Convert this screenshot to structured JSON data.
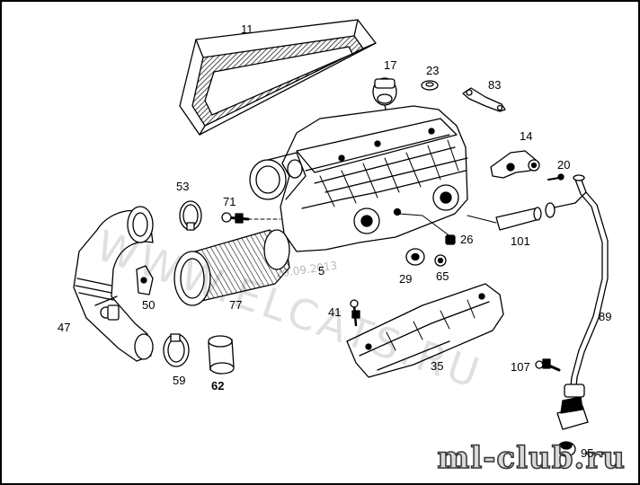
{
  "diagram": {
    "parts": [
      {
        "id": "11",
        "bold": false
      },
      {
        "id": "17",
        "bold": false
      },
      {
        "id": "23",
        "bold": false
      },
      {
        "id": "83",
        "bold": false
      },
      {
        "id": "14",
        "bold": false
      },
      {
        "id": "20",
        "bold": false
      },
      {
        "id": "53",
        "bold": false
      },
      {
        "id": "71",
        "bold": false
      },
      {
        "id": "101",
        "bold": false
      },
      {
        "id": "26",
        "bold": false
      },
      {
        "id": "5",
        "bold": false
      },
      {
        "id": "29",
        "bold": false
      },
      {
        "id": "65",
        "bold": false
      },
      {
        "id": "47",
        "bold": false
      },
      {
        "id": "50",
        "bold": false
      },
      {
        "id": "77",
        "bold": false
      },
      {
        "id": "41",
        "bold": false
      },
      {
        "id": "89",
        "bold": false
      },
      {
        "id": "59",
        "bold": false
      },
      {
        "id": "62",
        "bold": true
      },
      {
        "id": "35",
        "bold": false
      },
      {
        "id": "107",
        "bold": false
      },
      {
        "id": "95",
        "bold": false
      }
    ],
    "watermarks": {
      "main": "WWW.ELCATS.RU",
      "date": "29.09.2013",
      "club": "ml-club.ru"
    },
    "colors": {
      "line": "#000000",
      "fill": "#ffffff",
      "hatch": "#222222"
    }
  }
}
